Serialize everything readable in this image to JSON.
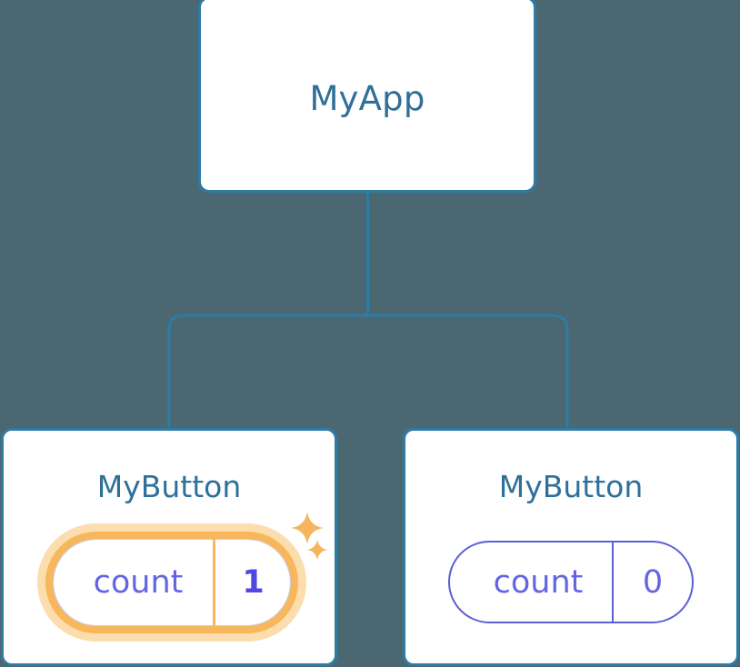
{
  "theme": {
    "background": "#4b6872",
    "card_background": "#ffffff",
    "card_border": "#2e7ba6",
    "title_color": "#2e7099",
    "connector_color": "#2e7ba6",
    "state_text_color": "#6366e0",
    "state_border_color": "#5b5fd6",
    "highlight_ring": "#f8b75a",
    "highlight_halo": "#fbddae",
    "highlight_value_color": "#4f46e5"
  },
  "tree": {
    "root": {
      "title": "MyApp"
    },
    "children": [
      {
        "title": "MyButton",
        "state": {
          "label": "count",
          "value": "1"
        },
        "highlighted": true,
        "sparkles": [
          "sparkle-icon-large",
          "sparkle-icon-small"
        ]
      },
      {
        "title": "MyButton",
        "state": {
          "label": "count",
          "value": "0"
        },
        "highlighted": false,
        "sparkles": []
      }
    ]
  }
}
